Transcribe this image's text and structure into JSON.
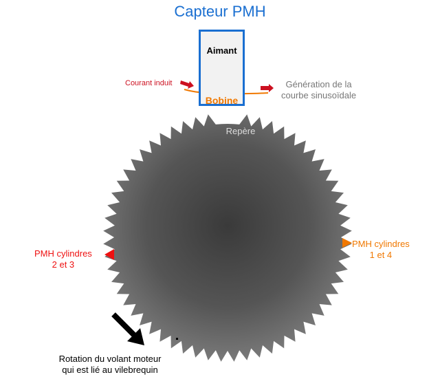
{
  "title": "Capteur PMH",
  "sensor": {
    "magnet_label": "Aimant",
    "coil_label": "Bobine"
  },
  "labels": {
    "induced_current": "Courant induit",
    "generation": [
      "Génération de la",
      "courbe sinusoïdale"
    ],
    "marker": "Repère",
    "tdc_1_4": [
      "PMH cylindres",
      "1 et 4"
    ],
    "tdc_2_3": [
      "PMH cylindres",
      "2 et 3"
    ],
    "rotation": [
      "Rotation du volant moteur",
      "qui est lié au vilebrequin"
    ]
  },
  "colors": {
    "blue": "#1a6fd1",
    "orange": "#f07800",
    "red": "#ee1111",
    "darkred": "#cc1020",
    "gray": "#777777"
  }
}
